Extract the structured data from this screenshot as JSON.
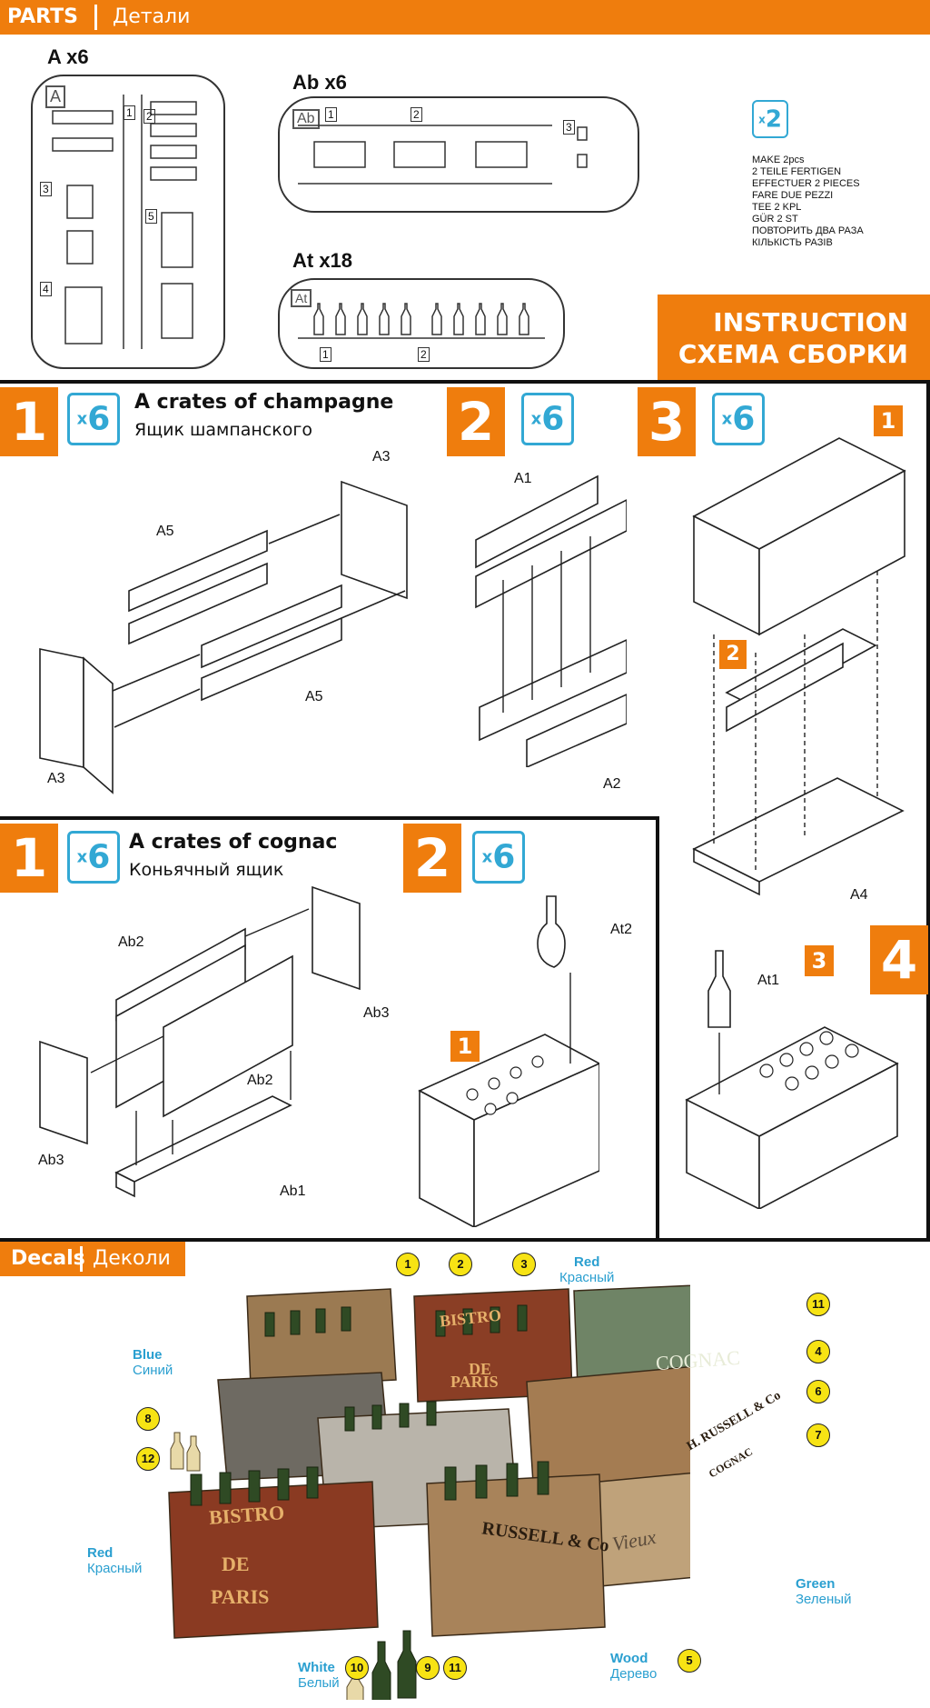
{
  "header": {
    "prefix": "PARTS",
    "title": "Детали"
  },
  "sprues": {
    "a": {
      "label": "A x6",
      "letter": "A",
      "numbers": [
        "1",
        "2",
        "3",
        "4",
        "5"
      ]
    },
    "ab": {
      "label": "Ab x6",
      "letter": "Ab",
      "numbers": [
        "1",
        "2",
        "3"
      ]
    },
    "at": {
      "label": "At x18",
      "letter": "At",
      "numbers": [
        "1",
        "2"
      ]
    }
  },
  "make2": {
    "badge_x": "x",
    "badge_n": "2",
    "lines": [
      "MAKE 2pcs",
      "2 TEILE FERTIGEN",
      "EFFECTUER 2 PIECES",
      "FARE DUE PEZZI",
      "TEE 2 KPL",
      "GÜR 2 ST",
      "ПОВТОРИТЬ ДВА РАЗА",
      "КІЛЬКІСТЬ РАЗІВ"
    ]
  },
  "instruction": {
    "line1": "INSTRUCTION",
    "line2": "СХЕМА СБОРКИ"
  },
  "champagne": {
    "title": "A crates of champagne",
    "subtitle": "Ящик шампанского",
    "steps": [
      {
        "num": "1",
        "mult": "6",
        "labels": [
          "A3",
          "A5",
          "A5",
          "A3"
        ]
      },
      {
        "num": "2",
        "mult": "6",
        "labels": [
          "A1",
          "A2"
        ]
      },
      {
        "num": "3",
        "mult": "6",
        "labels": [
          "A4"
        ],
        "tags": [
          "1",
          "2"
        ]
      },
      {
        "num": "4",
        "labels": [
          "At1"
        ],
        "tags": [
          "3"
        ]
      }
    ]
  },
  "cognac": {
    "title": "A crates of cognac",
    "subtitle": "Коньячный ящик",
    "steps": [
      {
        "num": "1",
        "mult": "6",
        "labels": [
          "Ab2",
          "Ab3",
          "Ab2",
          "Ab3",
          "Ab1"
        ]
      },
      {
        "num": "2",
        "mult": "6",
        "labels": [
          "At2"
        ],
        "tags": [
          "1"
        ]
      }
    ]
  },
  "decals": {
    "title_en": "Decals",
    "title_ru": "Деколи",
    "callouts": [
      "1",
      "2",
      "3",
      "4",
      "5",
      "6",
      "7",
      "8",
      "9",
      "10",
      "11",
      "11",
      "12"
    ],
    "colors": {
      "red_top": {
        "en": "Red",
        "ru": "Красный"
      },
      "blue": {
        "en": "Blue",
        "ru": "Синий"
      },
      "red_left": {
        "en": "Red",
        "ru": "Красный"
      },
      "white": {
        "en": "White",
        "ru": "Белый"
      },
      "wood": {
        "en": "Wood",
        "ru": "Дерево"
      },
      "green": {
        "en": "Green",
        "ru": "Зеленый"
      }
    },
    "crate_text": [
      "BISTRO",
      "DE",
      "PARIS",
      "COGNAC",
      "H. RUSSELL & Co",
      "COGNAC",
      "BISTRO",
      "DE",
      "PARIS",
      "RUSSELL & Co",
      "Vieux"
    ]
  },
  "colors": {
    "accent": "#ef7d0d",
    "blue": "#32a8d4",
    "callout": "#f7e314"
  }
}
